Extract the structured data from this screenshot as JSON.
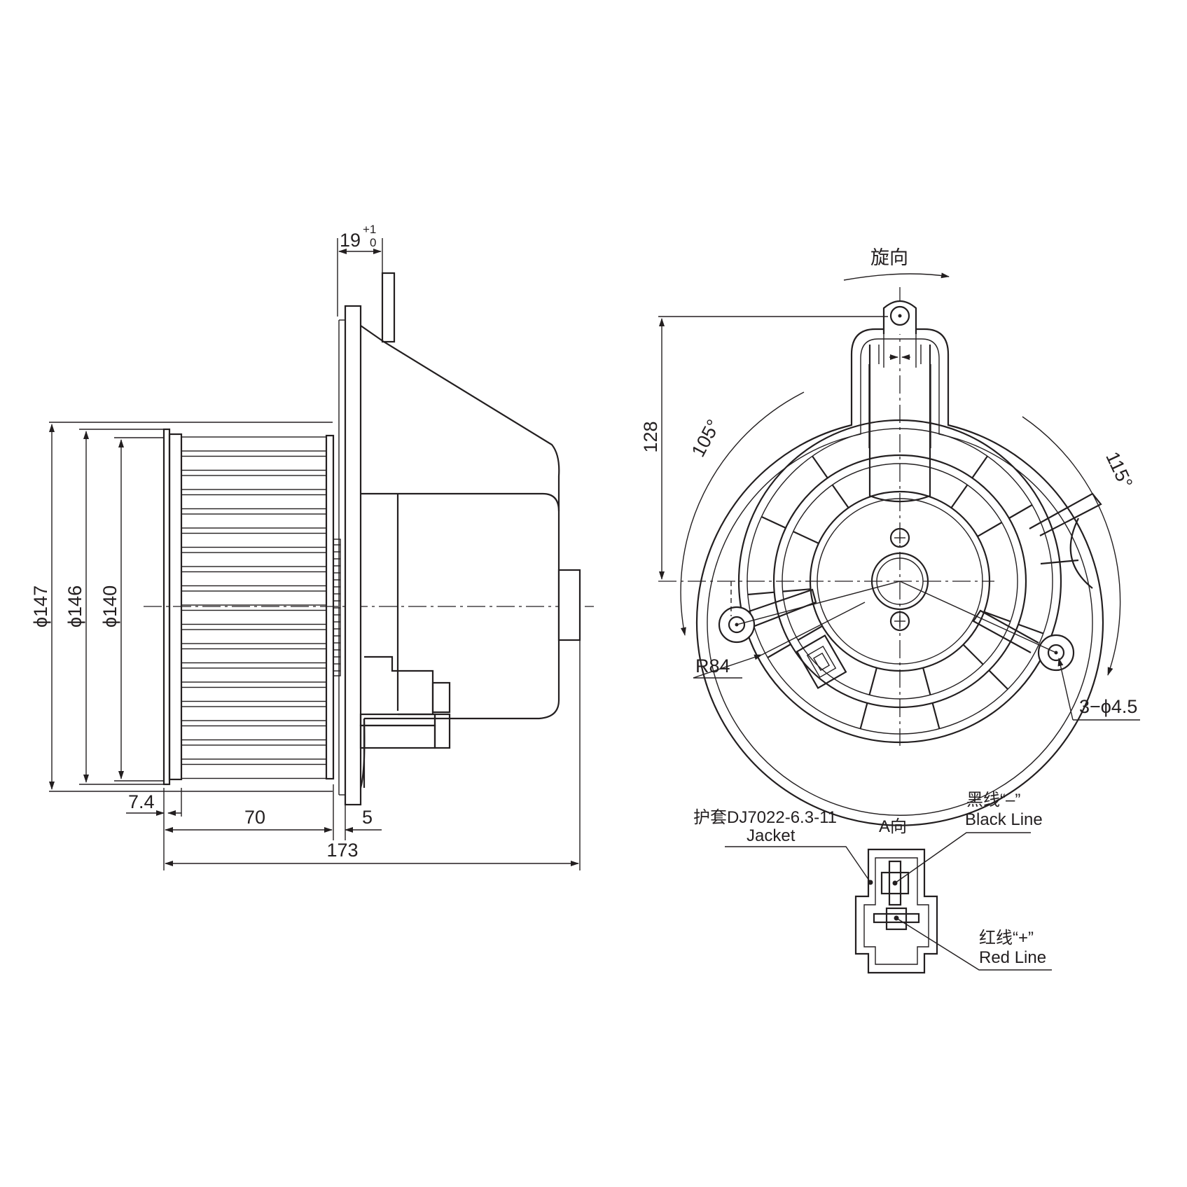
{
  "side_view": {
    "dim_19": "19",
    "tol_upper": "+1",
    "tol_lower": "0",
    "dia_147": "ϕ147",
    "dia_146": "ϕ146",
    "dia_140": "ϕ140",
    "dim_7_4": "7.4",
    "dim_70": "70",
    "dim_5": "5",
    "dim_173": "173"
  },
  "front_view": {
    "rotation_label": "旋向",
    "dim_128": "128",
    "angle_105": "105°",
    "angle_115": "115°",
    "radius_r84": "R84",
    "holes": "3−ϕ4.5"
  },
  "connector_view": {
    "jacket_cn": "护套DJ7022-6.3-11",
    "jacket_en": "Jacket",
    "view_a": "A向",
    "black_cn": "黑线“–”",
    "black_en": "Black Line",
    "red_cn": "红线“+”",
    "red_en": "Red Line"
  }
}
